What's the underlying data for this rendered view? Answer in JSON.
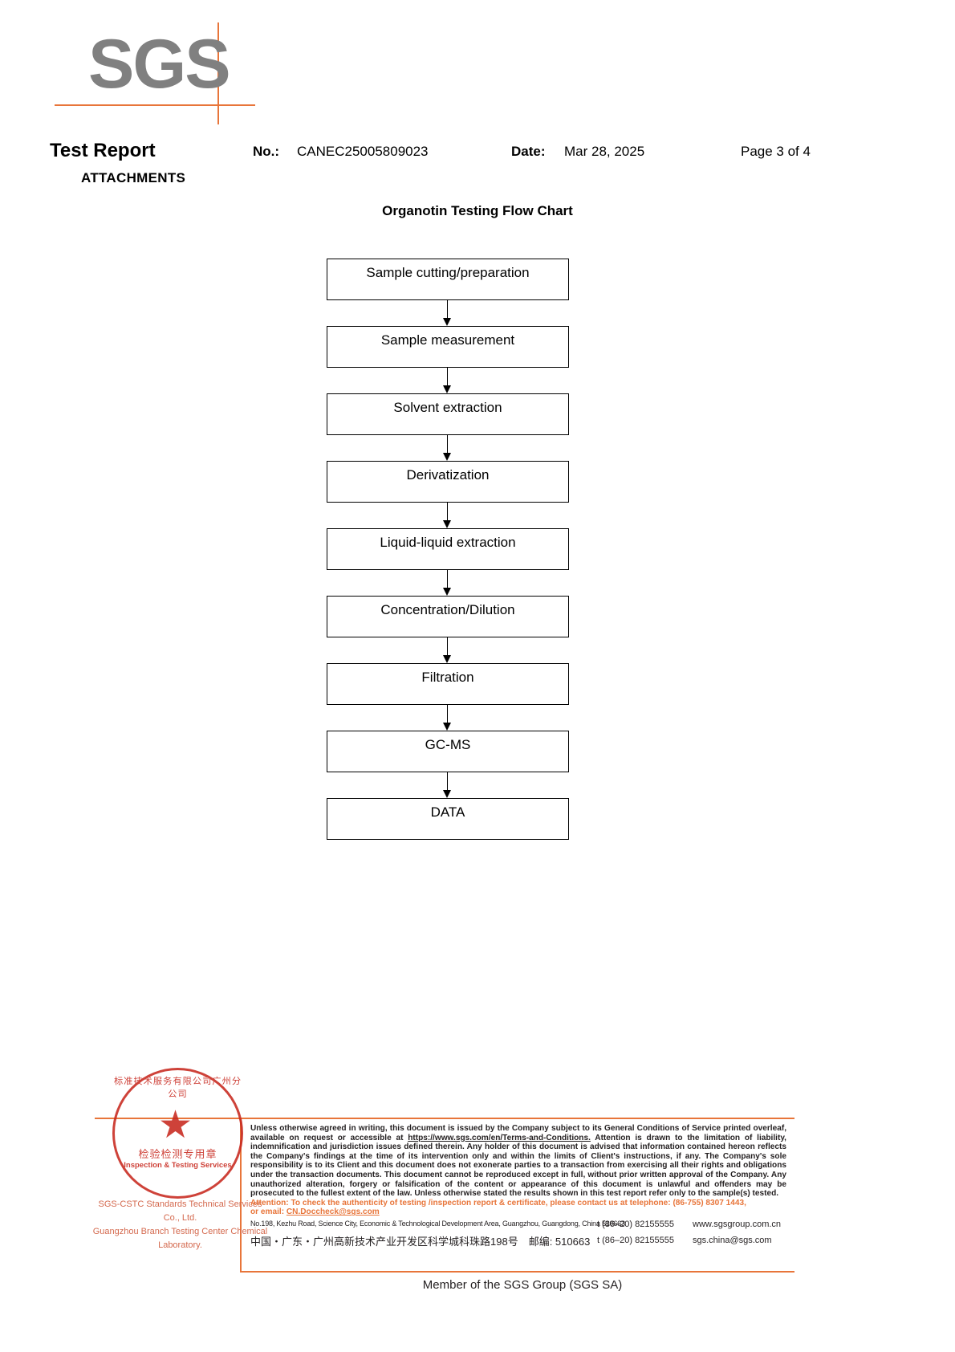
{
  "logo": {
    "text": "SGS",
    "accent_color": "#E8753A",
    "text_color": "#808080"
  },
  "header": {
    "title": "Test Report",
    "no_label": "No.:",
    "no_value": "CANEC25005809023",
    "date_label": "Date:",
    "date_value": "Mar 28, 2025",
    "page_value": "Page 3 of 4",
    "attachments_label": "ATTACHMENTS"
  },
  "flow": {
    "title": "Organotin Testing Flow Chart",
    "nodes": [
      {
        "label": "Sample cutting/preparation"
      },
      {
        "label": "Sample measurement"
      },
      {
        "label": "Solvent extraction"
      },
      {
        "label": "Derivatization"
      },
      {
        "label": "Liquid-liquid extraction"
      },
      {
        "label": "Concentration/Dilution"
      },
      {
        "label": "Filtration"
      },
      {
        "label": "GC-MS"
      },
      {
        "label": "DATA"
      }
    ]
  },
  "footer": {
    "legal": {
      "part1": "Unless otherwise agreed in writing, this document is issued by the Company subject to its General Conditions of Service printed overleaf, available on request or accessible at ",
      "link": "https://www.sgs.com/en/Terms-and-Conditions.",
      "part2": " Attention is drawn to the limitation of liability, indemnification and jurisdiction issues defined therein. Any holder of this document is advised that information contained hereon reflects the Company's findings at the time of its intervention only and within the limits of Client's instructions, if any. The Company's sole responsibility is to its Client and this document does not exonerate parties to a transaction from exercising all their rights and obligations under the transaction documents. This document cannot be reproduced except in full, without prior written approval of the Company. Any unauthorized alteration, forgery or falsification of the content or appearance of this document is unlawful and offenders may be prosecuted to the fullest extent of the law. Unless otherwise stated the results shown in this test report refer only to the sample(s) tested.",
      "attention_line1": "Attention: To check the authenticity of testing /inspection report & certificate, please contact us at telephone: (86-755) 8307 1443,",
      "attention_line2_prefix": "or email: ",
      "attention_email": "CN.Doccheck@sgs.com",
      "attention_color": "#E8753A"
    },
    "address": {
      "en_line": "No.198, Kezhu Road, Science City, Economic & Technological Development Area, Guangzhou, Guangdong, China 510663",
      "cn_line": "中国・广东・广州高新技术产业开发区科学城科珠路198号　邮编: 510663",
      "tel_en": "t (86–20) 82155555",
      "tel_cn": "t (86–20) 82155555",
      "web": "www.sgsgroup.com.cn",
      "email": "sgs.china@sgs.com"
    },
    "member_line": "Member of the SGS Group (SGS SA)"
  },
  "seal": {
    "arc_text": "标准技术服务有限公司广州分公司",
    "center_cn": "检验检测专用章",
    "center_en": "Inspection & Testing Services",
    "caption_line1": "SGS-CSTC Standards Technical  Services Co., Ltd.",
    "caption_line2": "Guangzhou Branch Testing Center Chemical Laboratory.",
    "color": "#C8281E"
  }
}
